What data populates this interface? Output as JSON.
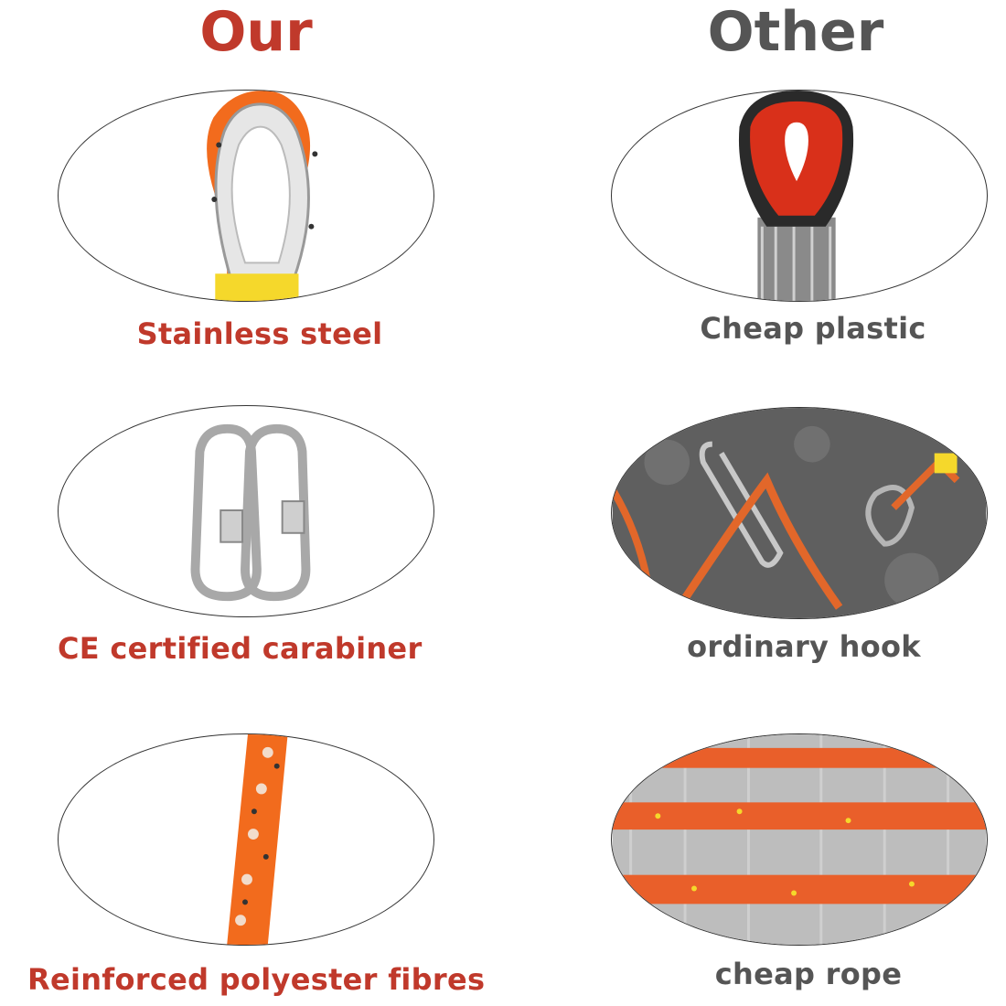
{
  "colors": {
    "our": "#c0392b",
    "other": "#555555",
    "rope_orange": "#f26b1d",
    "rope_yellow": "#f5d82b"
  },
  "headings": {
    "our": "Our",
    "other": "Other"
  },
  "rows": [
    {
      "our": {
        "label": "Stainless steel",
        "icon": "thimble-steel-icon"
      },
      "other": {
        "label": "Cheap plastic",
        "icon": "plastic-thimble-icon"
      }
    },
    {
      "our": {
        "label": "CE certified carabiner",
        "icon": "carabiner-pair-icon"
      },
      "other": {
        "label": "ordinary hook",
        "icon": "ordinary-hook-photo"
      }
    },
    {
      "our": {
        "label": "Reinforced polyester fibres",
        "icon": "rope-fibre-icon"
      },
      "other": {
        "label": "cheap rope",
        "icon": "cheap-rope-photo"
      }
    }
  ]
}
